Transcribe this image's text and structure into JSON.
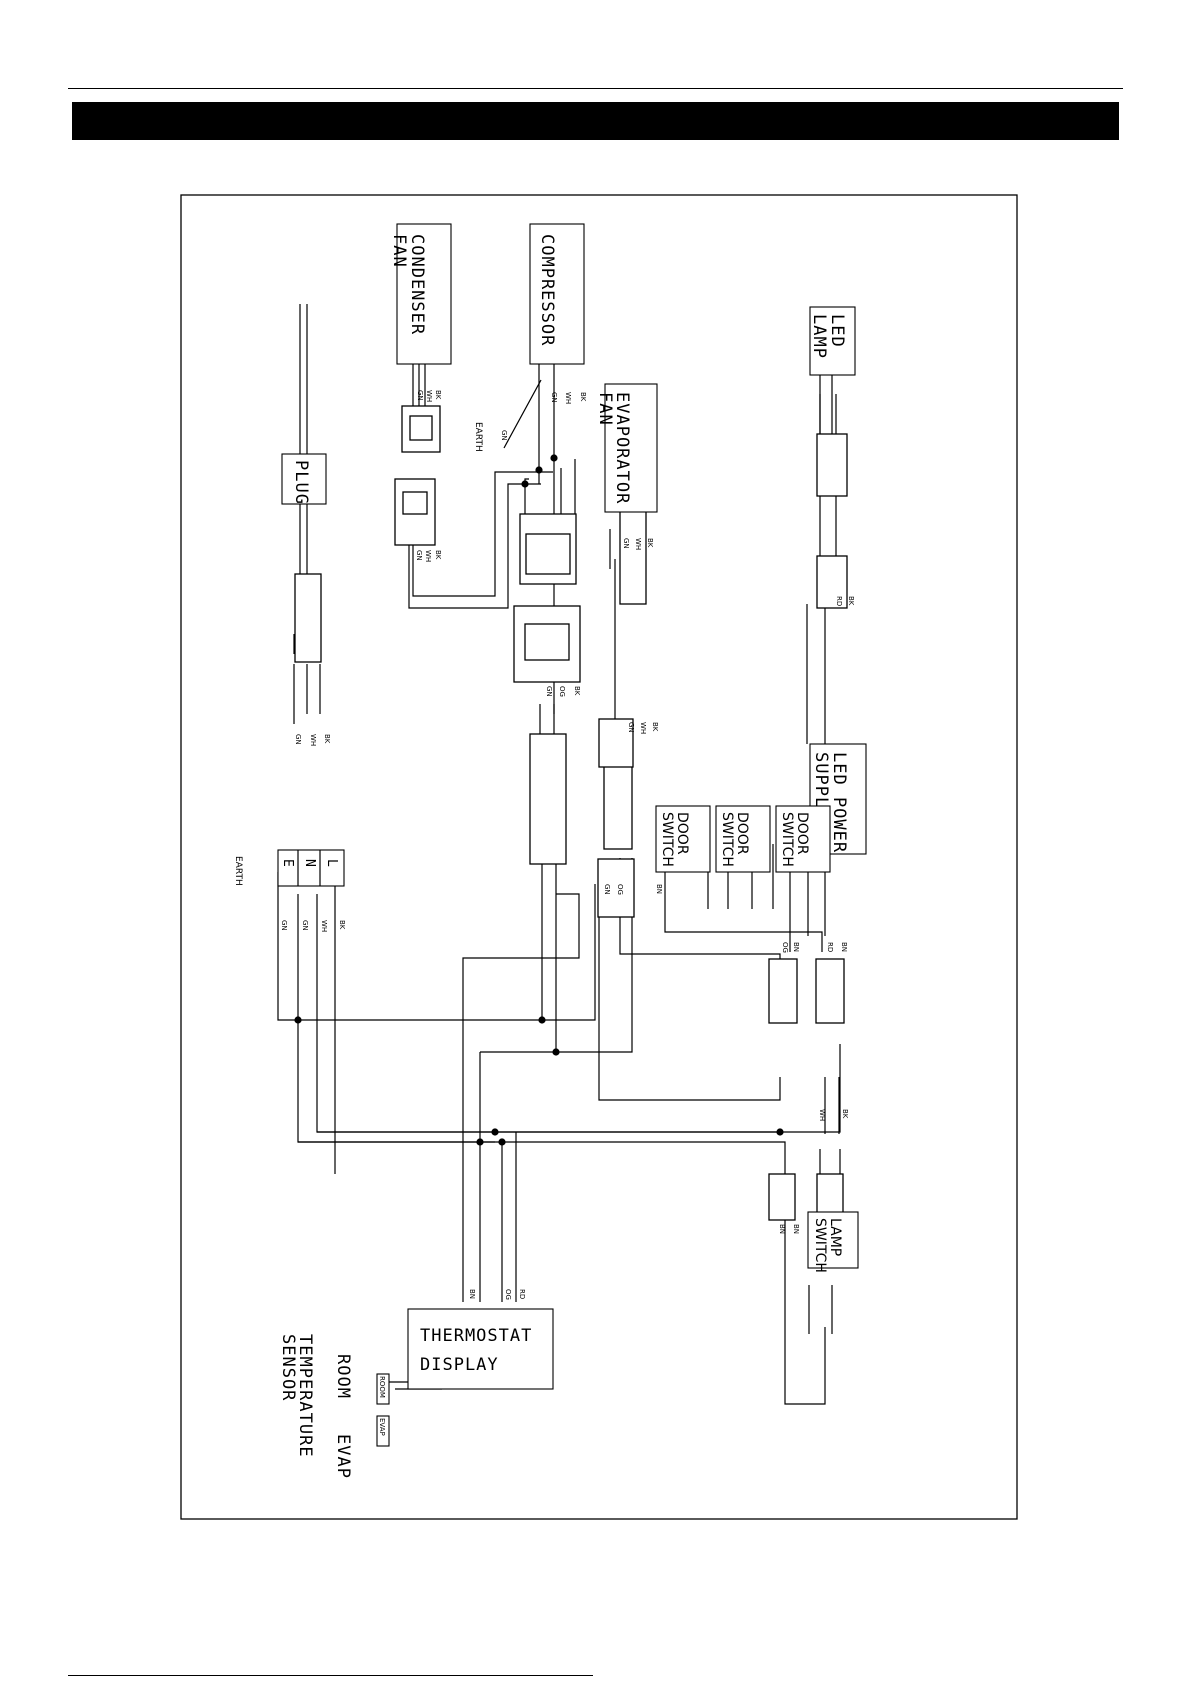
{
  "components": {
    "condenser_fan": [
      "CONDENSER",
      "FAN"
    ],
    "compressor": [
      "COMPRESSOR"
    ],
    "evaporator_fan": [
      "EVAPORATOR",
      "FAN"
    ],
    "led_lamp": [
      "LED",
      "LAMP"
    ],
    "plug": [
      "PLUG"
    ],
    "led_power_supply": [
      "LED POWER",
      "SUPPLY"
    ],
    "door_switch": [
      "DOOR",
      "SWITCH"
    ],
    "lamp_switch": [
      "LAMP",
      "SWITCH"
    ],
    "thermostat_display": [
      "THERMOSTAT",
      "DISPLAY"
    ],
    "room_label": "ROOM",
    "evap_label": "EVAP",
    "temperature_sensor": [
      "TEMPERATURE",
      "SENSOR"
    ],
    "earth": "EARTH",
    "terminal_block": [
      "L",
      "N",
      "E"
    ]
  },
  "wire_codes": {
    "bk": "BK",
    "wh": "WH",
    "gn": "GN",
    "og": "OG",
    "rd": "RD",
    "bn": "BN",
    "room_tag": "ROOM",
    "evap_tag": "EVAP"
  }
}
